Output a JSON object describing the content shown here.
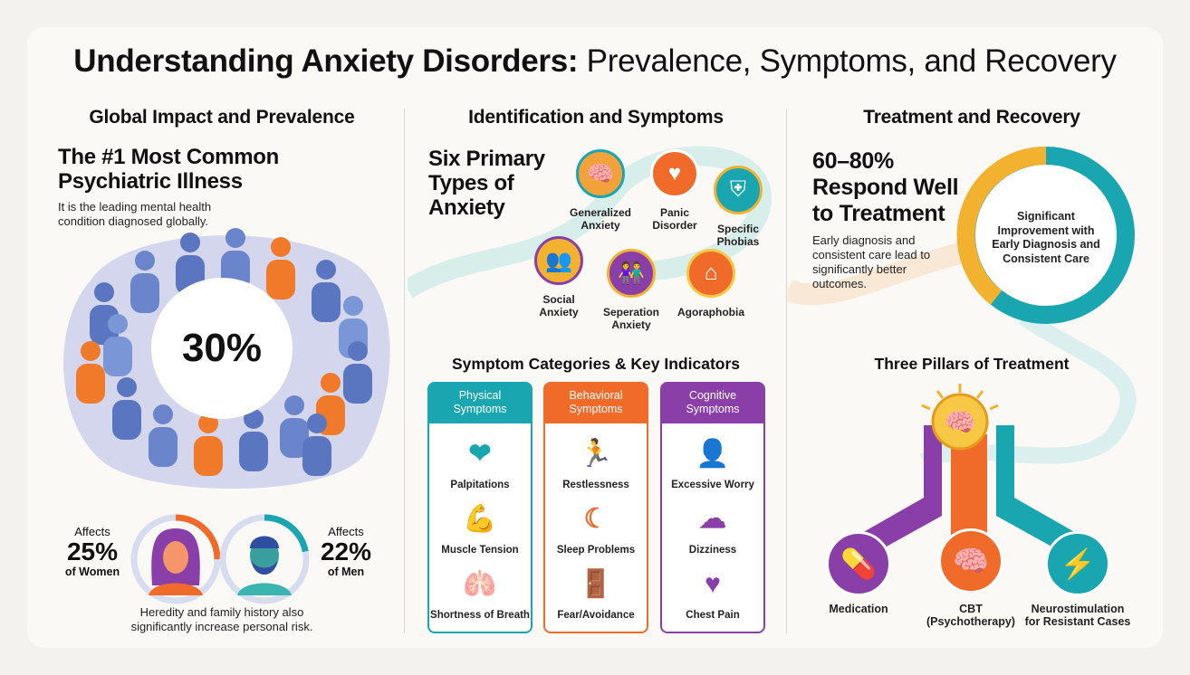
{
  "title": {
    "bold": "Understanding Anxiety Disorders:",
    "regular": " Prevalence, Symptoms, and Recovery"
  },
  "col1": {
    "heading": "Global Impact and Prevalence",
    "headline_1": "The #1 Most Common",
    "headline_2": "Psychiatric Illness",
    "desc_1": "It is the leading mental health",
    "desc_2": "condition diagnosed globally.",
    "center_stat": "30%",
    "women": {
      "pre": "Affects",
      "value": "25%",
      "post": "of Women",
      "fraction": 0.25
    },
    "men": {
      "pre": "Affects",
      "value": "22%",
      "post": "of Men",
      "fraction": 0.22
    },
    "footer_1": "Heredity and family history also",
    "footer_2": "significantly increase personal risk."
  },
  "col2": {
    "heading": "Identification and Symptoms",
    "types_title_1": "Six Primary",
    "types_title_2": "Types of",
    "types_title_3": "Anxiety",
    "types": [
      {
        "l1": "Generalized",
        "l2": "Anxiety",
        "icon": "🧠"
      },
      {
        "l1": "Panic",
        "l2": "Disorder",
        "icon": "♥"
      },
      {
        "l1": "Specific",
        "l2": "Phobias",
        "icon": "⛨"
      },
      {
        "l1": "Social",
        "l2": "Anxiety",
        "icon": "👥"
      },
      {
        "l1": "Seperation",
        "l2": "Anxiety",
        "icon": "👫"
      },
      {
        "l1": "Agoraphobia",
        "l2": "",
        "icon": "⌂"
      }
    ],
    "symptoms_title": "Symptom Categories & Key Indicators",
    "categories": [
      {
        "h1": "Physical",
        "h2": "Symptoms",
        "color": "#1aa6b0",
        "items": [
          {
            "label": "Palpitations",
            "icon": "❤"
          },
          {
            "label": "Muscle Tension",
            "icon": "💪"
          },
          {
            "label": "Shortness of Breath",
            "icon": "🫁"
          }
        ]
      },
      {
        "h1": "Behavioral",
        "h2": "Symptoms",
        "color": "#f06a2a",
        "items": [
          {
            "label": "Restlessness",
            "icon": "🏃"
          },
          {
            "label": "Sleep Problems",
            "icon": "☾"
          },
          {
            "label": "Fear/Avoidance",
            "icon": "🚪"
          }
        ]
      },
      {
        "h1": "Cognitive",
        "h2": "Symptoms",
        "color": "#8a3fa8",
        "items": [
          {
            "label": "Excessive Worry",
            "icon": "👤"
          },
          {
            "label": "Dizziness",
            "icon": "☁"
          },
          {
            "label": "Chest Pain",
            "icon": "♥"
          }
        ]
      }
    ]
  },
  "col3": {
    "heading": "Treatment and Recovery",
    "stat_1": "60–80%",
    "stat_2": "Respond Well",
    "stat_3": "to Treatment",
    "desc": [
      "Early diagnosis and",
      "consistent care lead to",
      "significantly better",
      "outcomes."
    ],
    "ring": [
      "Significant",
      "Improvement with",
      "Early Diagnosis and",
      "Consistent Care"
    ],
    "pillars_title": "Three Pillars of Treatment",
    "pillars": [
      {
        "l1": "Medication",
        "l2": "",
        "color": "#8a3fa8",
        "icon": "💊"
      },
      {
        "l1": "CBT",
        "l2": "(Psychotherapy)",
        "color": "#f06a2a",
        "icon": "🧠"
      },
      {
        "l1": "Neurostimulation",
        "l2": "for Resistant Cases",
        "color": "#1aa6b0",
        "icon": "⚡"
      }
    ]
  }
}
